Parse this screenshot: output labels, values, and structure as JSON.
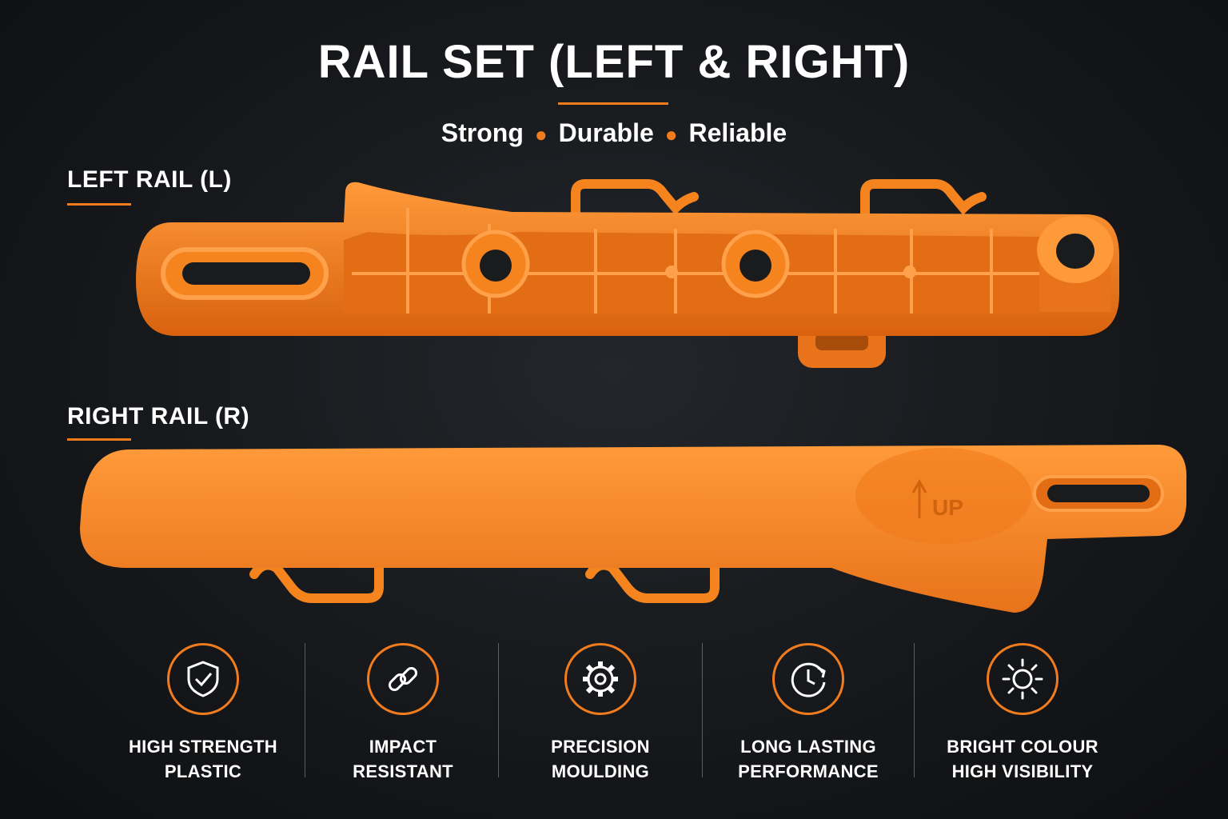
{
  "header": {
    "title": "RAIL SET (LEFT & RIGHT)",
    "tagline": [
      "Strong",
      "Durable",
      "Reliable"
    ]
  },
  "rails": {
    "left_label": "LEFT RAIL (L)",
    "right_label": "RIGHT RAIL (R)",
    "right_mark": "UP"
  },
  "features": [
    {
      "icon": "shield-check-icon",
      "line1": "HIGH STRENGTH",
      "line2": "PLASTIC"
    },
    {
      "icon": "chain-link-icon",
      "line1": "IMPACT",
      "line2": "RESISTANT"
    },
    {
      "icon": "gear-icon",
      "line1": "PRECISION",
      "line2": "MOULDING"
    },
    {
      "icon": "clock-arrow-icon",
      "line1": "LONG LASTING",
      "line2": "PERFORMANCE"
    },
    {
      "icon": "sun-icon",
      "line1": "BRIGHT COLOUR",
      "line2": "HIGH VISIBILITY"
    }
  ],
  "colors": {
    "accent": "#f07c1e",
    "rail_orange": "#f5841f",
    "background": "#15171a"
  }
}
